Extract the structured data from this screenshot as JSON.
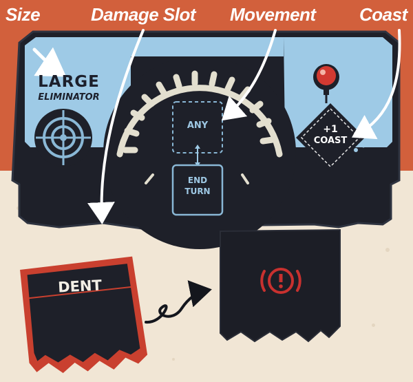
{
  "callouts": {
    "size": "Size",
    "damage_slot": "Damage Slot",
    "movement": "Movement",
    "coast": "Coast"
  },
  "dashboard": {
    "size_title": "LARGE",
    "size_subtitle": "ELIMINATOR",
    "movement_top": "ANY",
    "movement_bottom_line1": "END",
    "movement_bottom_line2": "TURN",
    "coast_amount": "+1",
    "coast_label": "COAST"
  },
  "damage_card": {
    "label": "DENT"
  },
  "colors": {
    "accent_orange": "#d2603c",
    "panel_blue": "#9ecae6",
    "panel_dark": "#1e2029",
    "warning_red": "#c8312f",
    "card_red": "#c9402f",
    "background_cream": "#f1e6d5"
  },
  "icons": {
    "size": "target-crosshair-icon",
    "coast": "red-button-icon",
    "damage": "brake-warning-icon"
  }
}
